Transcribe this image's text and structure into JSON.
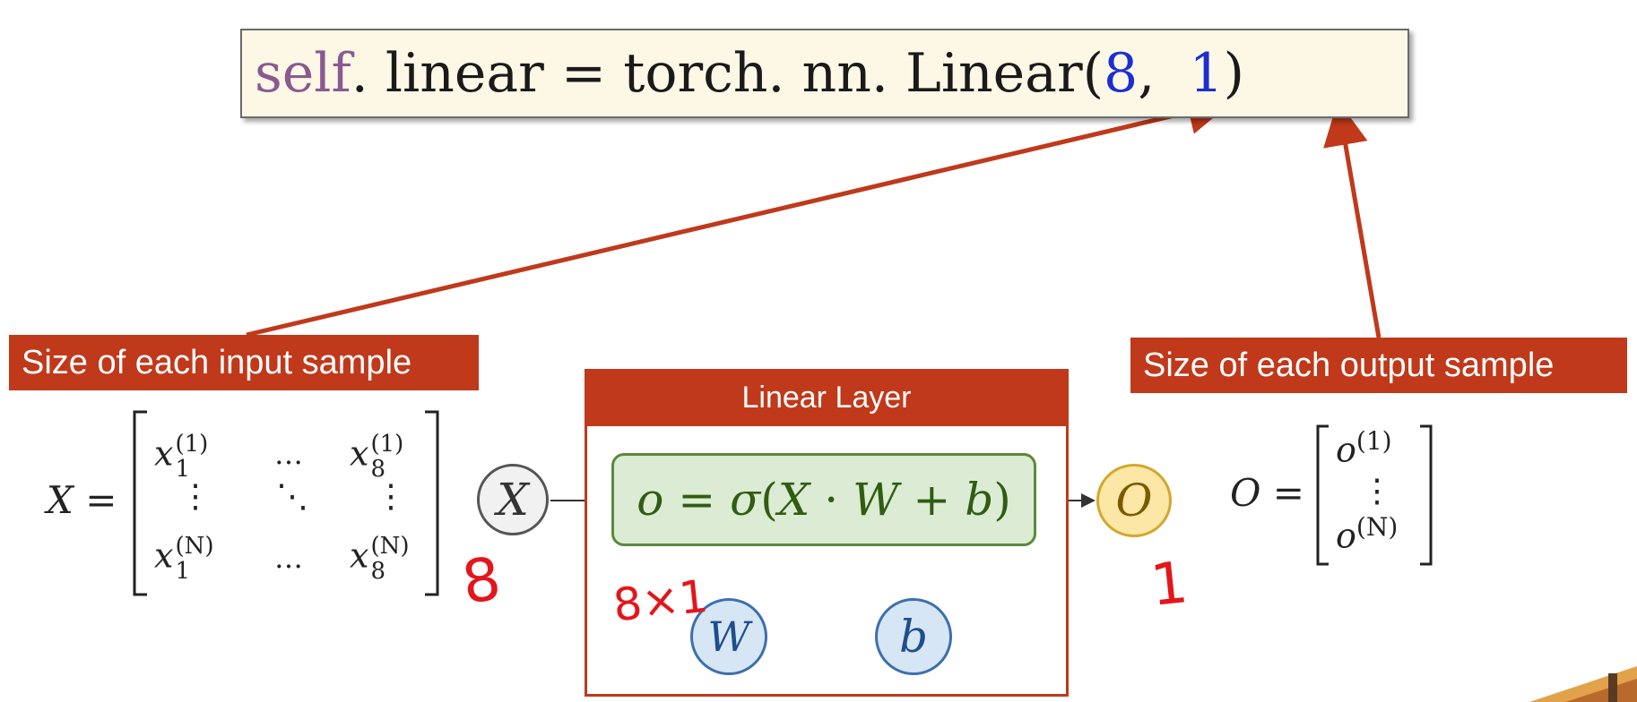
{
  "code": {
    "self_kw": "self",
    "part1": ". linear = torch. nn. Linear(",
    "arg_in": "8",
    "sep": ",  ",
    "arg_out": "1",
    "close": ")"
  },
  "labels": {
    "input": "Size of each input sample",
    "output": "Size of each output sample",
    "layer_title": "Linear Layer"
  },
  "formula": {
    "o": "o",
    "eq": "=",
    "sigma": "σ",
    "lparen": "(",
    "x": "X",
    "dot": "·",
    "w": "W",
    "plus": "+",
    "b": "b",
    "rparen": ")"
  },
  "nodes": {
    "x": "X",
    "o": "O",
    "w": "W",
    "b": "b"
  },
  "input_matrix": {
    "lhs": "X =",
    "r1c1_base": "x",
    "r1c1_sub": "1",
    "r1c1_sup": "(1)",
    "r1c2": "…",
    "r1c3_base": "x",
    "r1c3_sub": "8",
    "r1c3_sup": "(1)",
    "r2c1": "⋮",
    "r2c2": "⋱",
    "r2c3": "⋮",
    "r3c1_base": "x",
    "r3c1_sub": "1",
    "r3c1_sup": "(N)",
    "r3c2": "…",
    "r3c3_base": "x",
    "r3c3_sub": "8",
    "r3c3_sup": "(N)"
  },
  "output_matrix": {
    "lhs": "O =",
    "r1_base": "o",
    "r1_sup": "(1)",
    "r2": "⋮",
    "r3_base": "o",
    "r3_sup": "(N)"
  },
  "annotations": {
    "eight": "8",
    "eight_by_one": "8×1",
    "one": "1"
  },
  "colors": {
    "accent_red": "#c0391b",
    "code_keyword": "#8a5a8f",
    "code_number": "#1d2fcf",
    "formula_green": "#2f5d12",
    "w_b_blue": "#1f4e8c",
    "ink_red": "#e3161b"
  }
}
